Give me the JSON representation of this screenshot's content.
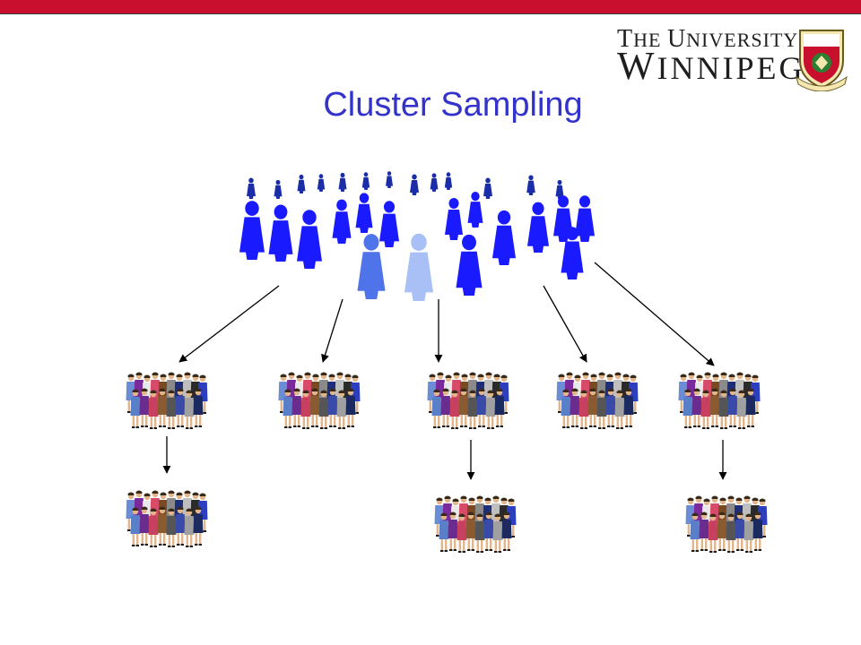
{
  "header": {
    "university_line1": "The University of",
    "university_line2": "Winnipeg",
    "crest_icon": "university-crest-icon",
    "accent_color": "#c8102e"
  },
  "slide": {
    "title": "Cluster Sampling"
  },
  "diagram": {
    "population_icon": "crowd-silhouette-icon",
    "cluster_icon": "people-group-icon",
    "population_color": "#1a1aff",
    "clusters_count": 5,
    "selected_clusters": [
      1,
      3,
      5
    ]
  }
}
